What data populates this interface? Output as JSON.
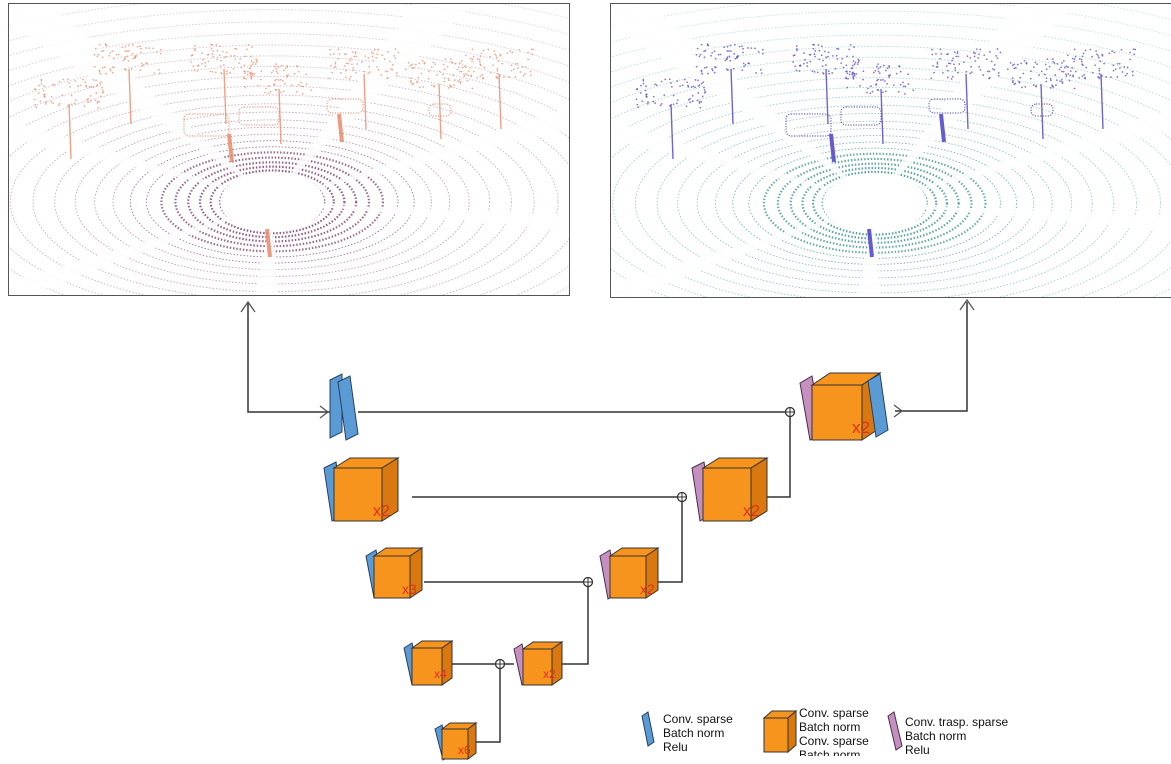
{
  "colors": {
    "conv_sparse": "#5b9bd5",
    "conv_block": "#f7941d",
    "conv_transpose": "#c58fbf",
    "multiplier_text": "#e0301e",
    "input_ground": "#8a4a7a",
    "input_objects": "#e88a6a",
    "output_ground": "#4a9a9a",
    "output_objects": "#4b3fc7",
    "line": "#333333"
  },
  "panels": {
    "input": {
      "icon": "point-cloud-scan",
      "palette": "magma"
    },
    "output": {
      "icon": "segmented-point-cloud",
      "palette": "teal-purple"
    }
  },
  "encoder": {
    "multipliers": [
      "x2",
      "x3",
      "x4",
      "x6"
    ]
  },
  "decoder": {
    "multipliers": [
      "x2",
      "x2",
      "x2",
      "x2"
    ]
  },
  "legend": {
    "conv_sparse": {
      "line1": "Conv. sparse",
      "line2": "Batch norm",
      "line3": "Relu"
    },
    "block": {
      "line1": "Conv. sparse",
      "line2": "Batch norm",
      "line3": "Conv. sparse",
      "line4": "Batch norm"
    },
    "conv_transpose": {
      "line1": "Conv. trasp. sparse",
      "line2": "Batch norm",
      "line3": "Relu"
    }
  }
}
